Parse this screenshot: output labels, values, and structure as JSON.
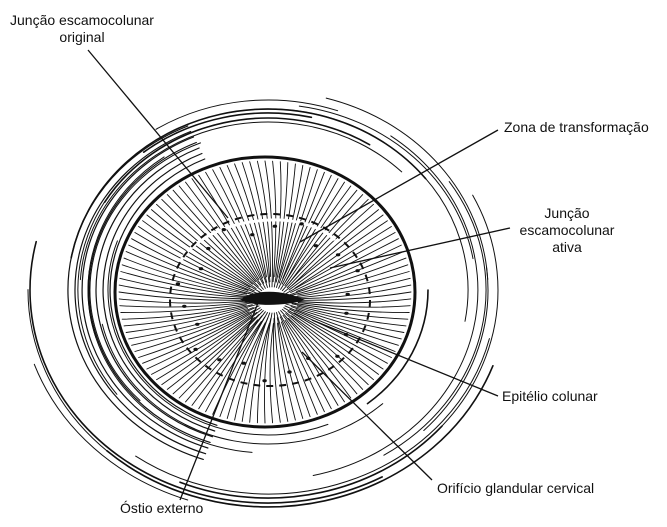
{
  "labels": {
    "original_jsc": [
      "Junção escamocolunar",
      "original"
    ],
    "transformation_zone": "Zona de transformação",
    "active_jsc": [
      "Junção",
      "escamocolunar",
      "ativa"
    ],
    "columnar_epithelium": "Epitélio colunar",
    "cervical_gland_opening": "Orifício glandular cervical",
    "external_os": "Óstio externo"
  },
  "colors": {
    "ink": "#111111",
    "background": "#ffffff"
  }
}
